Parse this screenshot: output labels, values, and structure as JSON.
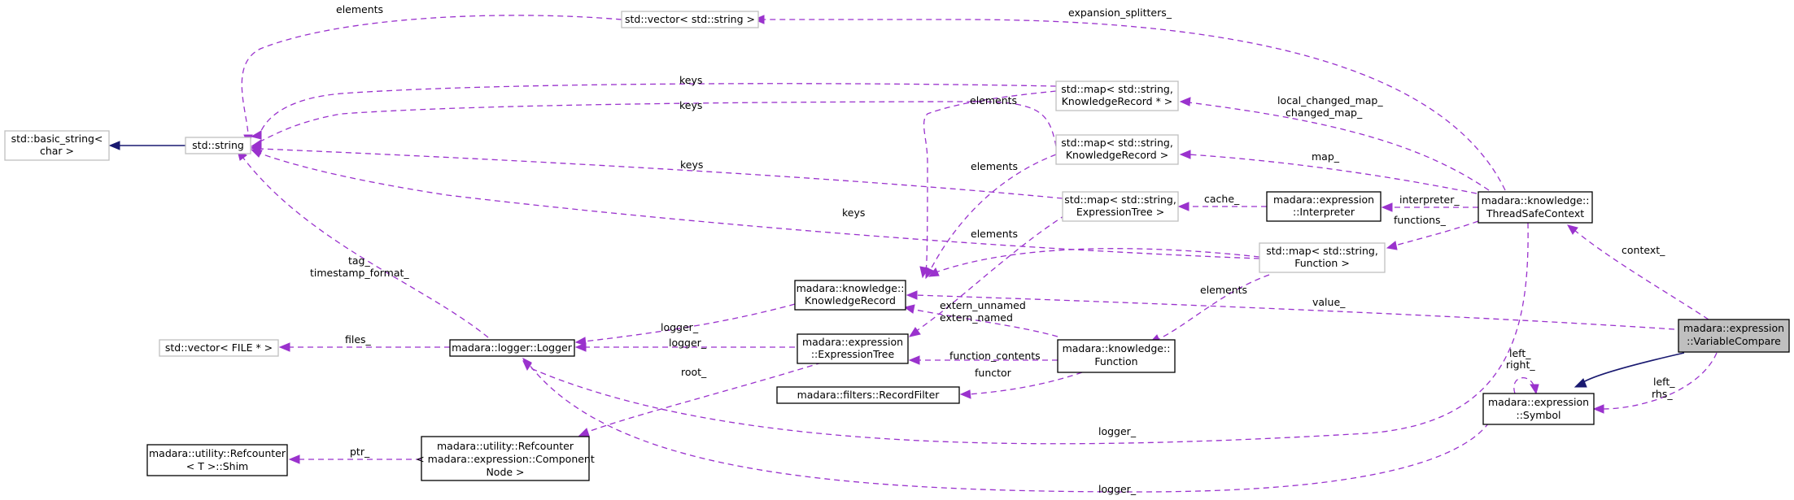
{
  "nodes": {
    "basic_string": [
      "std::basic_string<",
      "char >"
    ],
    "string": [
      "std::string"
    ],
    "vector_string": [
      "std::vector< std::string >"
    ],
    "map_kr_ptr": [
      "std::map< std::string,",
      "KnowledgeRecord * >"
    ],
    "map_kr": [
      "std::map< std::string,",
      "KnowledgeRecord >"
    ],
    "map_et": [
      "std::map< std::string,",
      "ExpressionTree >"
    ],
    "map_fn": [
      "std::map< std::string,",
      "Function >"
    ],
    "vector_file": [
      "std::vector< FILE * >"
    ],
    "logger": [
      "madara::logger::Logger"
    ],
    "knowledge_record": [
      "madara::knowledge::",
      "KnowledgeRecord"
    ],
    "expression_tree": [
      "madara::expression",
      "::ExpressionTree"
    ],
    "record_filter": [
      "madara::filters::RecordFilter"
    ],
    "function": [
      "madara::knowledge::",
      "Function"
    ],
    "interpreter": [
      "madara::expression",
      "::Interpreter"
    ],
    "thread_safe_context": [
      "madara::knowledge::",
      "ThreadSafeContext"
    ],
    "variable_compare": [
      "madara::expression",
      "::VariableCompare"
    ],
    "symbol": [
      "madara::expression",
      "::Symbol"
    ],
    "refcounter": [
      "madara::utility::Refcounter",
      "< madara::expression::Component",
      "Node >"
    ],
    "refcounter_shim": [
      "madara::utility::Refcounter",
      "< T >::Shim"
    ]
  },
  "edge_labels": {
    "vs_elements": [
      "elements"
    ],
    "tsc_expansion": [
      "expansion_splitters_"
    ],
    "mkp_keys": [
      "keys"
    ],
    "mkr_keys": [
      "keys"
    ],
    "met_keys": [
      "keys"
    ],
    "mfn_keys": [
      "keys"
    ],
    "mkp_elements": [
      "elements"
    ],
    "mkr_elements": [
      "elements"
    ],
    "mfn_elements_kr": [
      "elements"
    ],
    "tsc_local_changed": [
      "local_changed_map_",
      "changed_map_"
    ],
    "tsc_map": [
      "map_"
    ],
    "int_cache": [
      "cache_"
    ],
    "tsc_interpreter": [
      "interpreter_"
    ],
    "tsc_functions": [
      "functions_"
    ],
    "mfn_elements_fn": [
      "elements"
    ],
    "logger_tag": [
      "tag_",
      "timestamp_format_"
    ],
    "logger_files": [
      "files_"
    ],
    "kr_logger": [
      "logger_"
    ],
    "et_logger": [
      "logger_"
    ],
    "fn_extern": [
      "extern_unnamed",
      "extern_named"
    ],
    "fn_contents": [
      "function_contents"
    ],
    "fn_functor": [
      "functor"
    ],
    "et_root": [
      "root_"
    ],
    "rc_ptr": [
      "ptr_"
    ],
    "vc_value": [
      "value_"
    ],
    "vc_context": [
      "context_"
    ],
    "vc_left_rhs": [
      "left_",
      "rhs_"
    ],
    "sym_left_right": [
      "left_",
      "right_"
    ],
    "tsc_logger": [
      "logger_"
    ],
    "sym_logger": [
      "logger_"
    ]
  }
}
